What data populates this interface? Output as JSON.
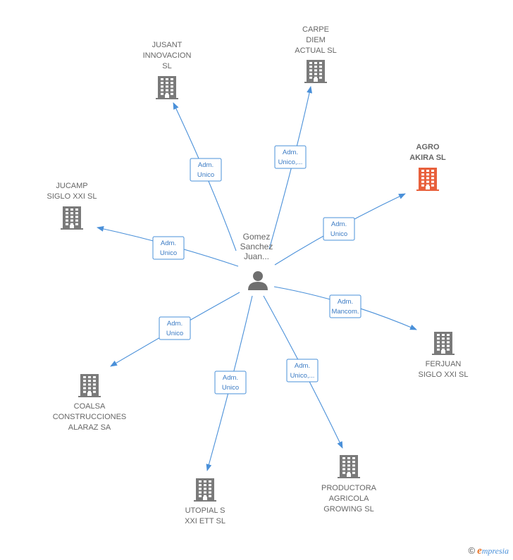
{
  "colors": {
    "edge": "#4a90d9",
    "building": "#7a7a7a",
    "highlight": "#e8603c",
    "person": "#6f6f6f"
  },
  "center": {
    "name_lines": [
      "Gomez",
      "Sanchez",
      "Juan..."
    ],
    "icon": "person-icon"
  },
  "companies": [
    {
      "id": "jusant",
      "lines": [
        "JUSANT",
        "INNOVACION",
        "SL"
      ],
      "icon": "building-icon",
      "highlight": false
    },
    {
      "id": "carpe",
      "lines": [
        "CARPE",
        "DIEM",
        "ACTUAL SL"
      ],
      "icon": "building-icon",
      "highlight": false
    },
    {
      "id": "agro",
      "lines": [
        "AGRO",
        "AKIRA  SL"
      ],
      "icon": "building-icon",
      "highlight": true
    },
    {
      "id": "jucamp",
      "lines": [
        "JUCAMP",
        "SIGLO XXI SL"
      ],
      "icon": "building-icon",
      "highlight": false
    },
    {
      "id": "ferjuan",
      "lines": [
        "FERJUAN",
        "SIGLO XXI SL"
      ],
      "icon": "building-icon",
      "highlight": false
    },
    {
      "id": "coalsa",
      "lines": [
        "COALSA",
        "CONSTRUCCIONES",
        "ALARAZ SA"
      ],
      "icon": "building-icon",
      "highlight": false
    },
    {
      "id": "utopial",
      "lines": [
        "UTOPIAL S",
        "XXI ETT  SL"
      ],
      "icon": "building-icon",
      "highlight": false
    },
    {
      "id": "productora",
      "lines": [
        "PRODUCTORA",
        "AGRICOLA",
        "GROWING  SL"
      ],
      "icon": "building-icon",
      "highlight": false
    }
  ],
  "edges": [
    {
      "to": "jusant",
      "lines": [
        "Adm.",
        "Unico"
      ]
    },
    {
      "to": "carpe",
      "lines": [
        "Adm.",
        "Unico,..."
      ]
    },
    {
      "to": "agro",
      "lines": [
        "Adm.",
        "Unico"
      ]
    },
    {
      "to": "jucamp",
      "lines": [
        "Adm.",
        "Unico"
      ]
    },
    {
      "to": "ferjuan",
      "lines": [
        "Adm.",
        "Mancom."
      ]
    },
    {
      "to": "coalsa",
      "lines": [
        "Adm.",
        "Unico"
      ]
    },
    {
      "to": "utopial",
      "lines": [
        "Adm.",
        "Unico"
      ]
    },
    {
      "to": "productora",
      "lines": [
        "Adm.",
        "Unico,..."
      ]
    }
  ],
  "footer": {
    "copyright": "©",
    "brand_initial": "e",
    "brand_rest": "mpresia"
  }
}
